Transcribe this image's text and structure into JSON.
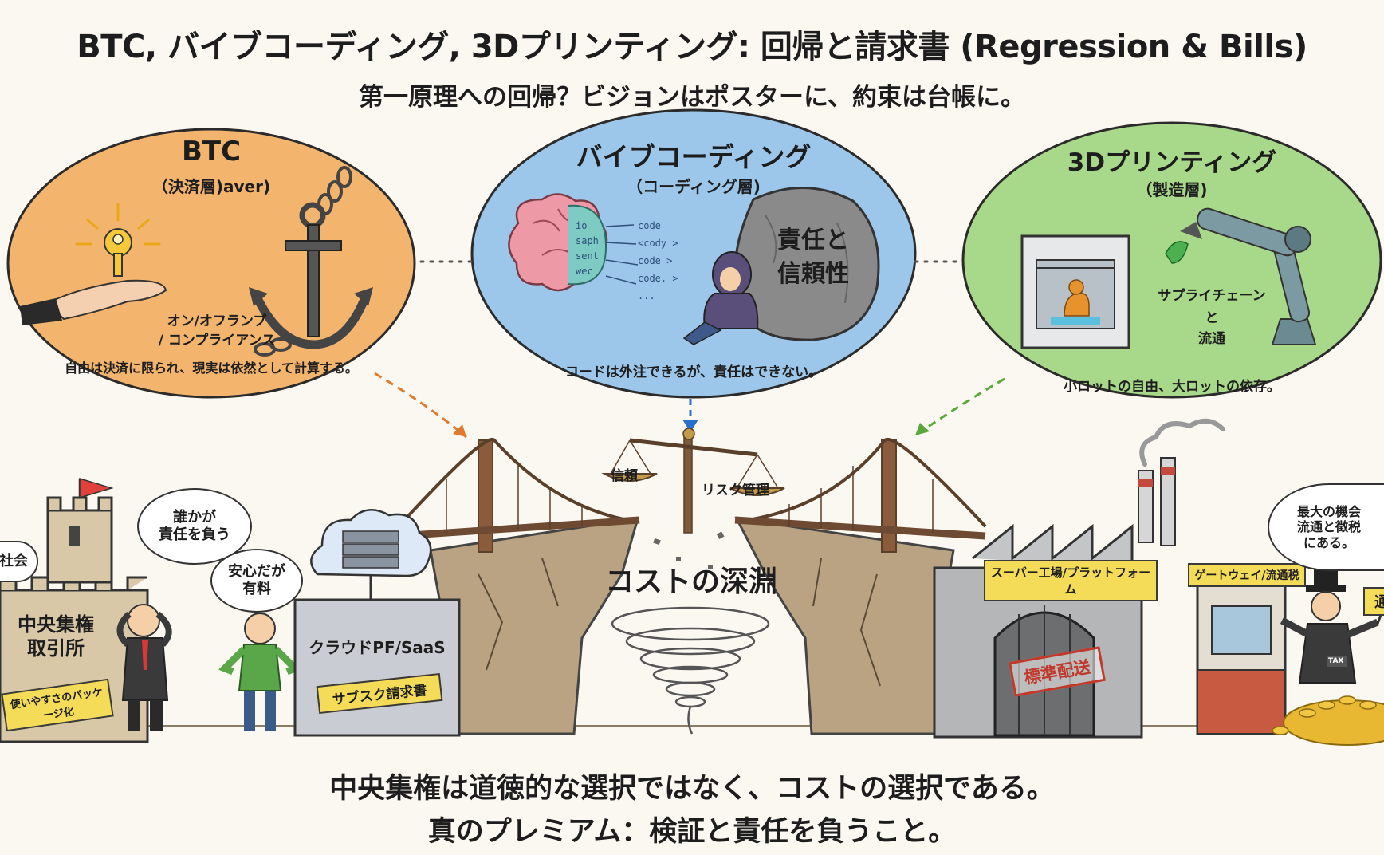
{
  "title": "BTC, バイブコーディング, 3Dプリンティング: 回帰と請求書 (Regression & Bills)",
  "subtitle": "第一原理への回帰？ビジョンはポスターに、約束は台帳に。",
  "colors": {
    "btc": "#f3b46e",
    "vibe": "#9cc7ea",
    "print": "#a8d98a",
    "tag": "#f4dc58",
    "stamp": "#c0392b"
  },
  "bubbles": {
    "btc": {
      "title": "BTC",
      "layer": "（決済層)aver)",
      "label_line1": "オン/オフランプ",
      "label_line2": "/ コンプライアンス",
      "caption": "自由は決済に限られ、現実は依然として計算する。",
      "icons": [
        "key-icon",
        "hand-icon",
        "anchor-icon",
        "chain-icon"
      ]
    },
    "vibe": {
      "title": "バイブコーディング",
      "layer": "（コーディング層)",
      "code_left": [
        "io",
        "saph",
        "sent",
        "wec"
      ],
      "code_right": [
        "code",
        "<cody >",
        "code >",
        "code. >",
        "..."
      ],
      "rock_text_line1": "責任と",
      "rock_text_line2": "信頼性",
      "caption": "コードは外注できるが、責任はできない。",
      "icons": [
        "brain-icon",
        "boulder-icon",
        "person-icon"
      ]
    },
    "print": {
      "title": "3Dプリンティング",
      "layer": "（製造層)",
      "supply_line1": "サプライチェーン",
      "supply_line2": "と",
      "supply_line3": "流通",
      "caption": "小ロットの自由、大ロットの依存。",
      "icons": [
        "printer-icon",
        "robot-arm-icon"
      ]
    }
  },
  "scale": {
    "left": "信頼",
    "right": "リスク管理"
  },
  "chasm": "コストの深淵",
  "left_scene": {
    "castle_label_line1": "中央集権",
    "castle_label_line2": "取引所",
    "castle_tag": "使いやすさのパッケージ化",
    "partial_sign": "社会",
    "speech1_line1": "誰かが",
    "speech1_line2": "責任を負う",
    "speech2_line1": "安心だが",
    "speech2_line2": "有料",
    "cloud_label": "クラウドPF/SaaS",
    "cloud_tag": "サブスク請求書"
  },
  "right_scene": {
    "factory_sign": "スーパー工場/プラットフォーム",
    "stamp": "標準配送",
    "gate_sign": "ゲートウェイ/流通税",
    "speech_line1": "最大の機会",
    "speech_line2": "流通と徴税",
    "speech_line3": "にある。",
    "partial_sign": "通",
    "tax": "TAX"
  },
  "footer": {
    "line1": "中央集権は道徳的な選択ではなく、コストの選択である。",
    "line2": "真のプレミアム：検証と責任を負うこと。"
  }
}
